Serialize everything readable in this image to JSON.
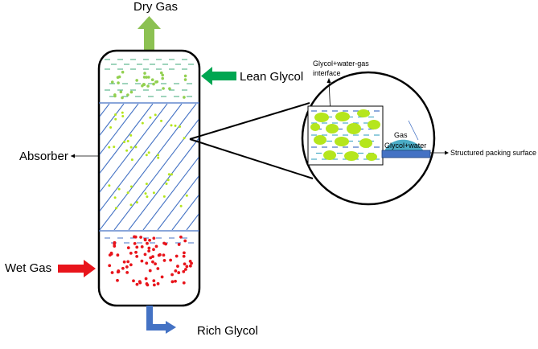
{
  "labels": {
    "dry_gas": "Dry Gas",
    "lean_glycol": "Lean Glycol",
    "absorber": "Absorber",
    "wet_gas": "Wet Gas",
    "rich_glycol": "Rich Glycol",
    "interface": "Glycol+water-gas",
    "interface_2": "interface",
    "gas": "Gas",
    "glycol_water": "Glycol+water",
    "packing": "Structured packing surface"
  },
  "colors": {
    "column_outline": "#000000",
    "packing_lines": "#4472C4",
    "dry_gas_arrow": "#8CC152",
    "lean_glycol_arrow": "#00A651",
    "wet_gas_arrow": "#E8141B",
    "rich_glycol_arrow": "#4472C4",
    "glycol_drops": "#92D050",
    "wet_gas_dots": "#E8141B",
    "packing_surface": "#4472C4",
    "film": "#4BACC6"
  },
  "icons": [
    "arrow-up-icon",
    "arrow-left-icon",
    "arrow-right-icon",
    "arrow-down-right-icon"
  ]
}
